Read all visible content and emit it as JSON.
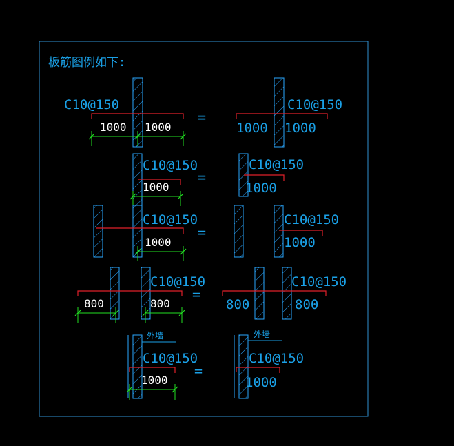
{
  "colors": {
    "frame": "#2f8fd0",
    "cyan_text": "#1aa0e6",
    "white_text": "#ffffff",
    "wall": "#2aa7ff",
    "rebar": "#e0202a",
    "dimension": "#22e022"
  },
  "legend": {
    "title": "板筋图例如下:",
    "wall_label": "外墙",
    "equals": "="
  },
  "rows": [
    {
      "left": {
        "rebar_label": "C10@150",
        "dims": [
          "1000",
          "1000"
        ]
      },
      "right": {
        "rebar_label": "C10@150",
        "dims": [
          "1000",
          "1000"
        ]
      }
    },
    {
      "left": {
        "rebar_label": "C10@150",
        "dims": [
          "1000"
        ]
      },
      "right": {
        "rebar_label": "C10@150",
        "dims": [
          "1000"
        ]
      }
    },
    {
      "left": {
        "rebar_label": "C10@150",
        "dims": [
          "1000"
        ]
      },
      "right": {
        "rebar_label": "C10@150",
        "dims": [
          "1000"
        ]
      }
    },
    {
      "left": {
        "rebar_label": "C10@150",
        "dims": [
          "800",
          "800"
        ]
      },
      "right": {
        "rebar_label": "C10@150",
        "dims": [
          "800",
          "800"
        ]
      }
    },
    {
      "left": {
        "rebar_label": "C10@150",
        "dims": [
          "1000"
        ],
        "wall_label": "外墙"
      },
      "right": {
        "rebar_label": "C10@150",
        "dims": [
          "1000"
        ],
        "wall_label": "外墙"
      }
    }
  ]
}
